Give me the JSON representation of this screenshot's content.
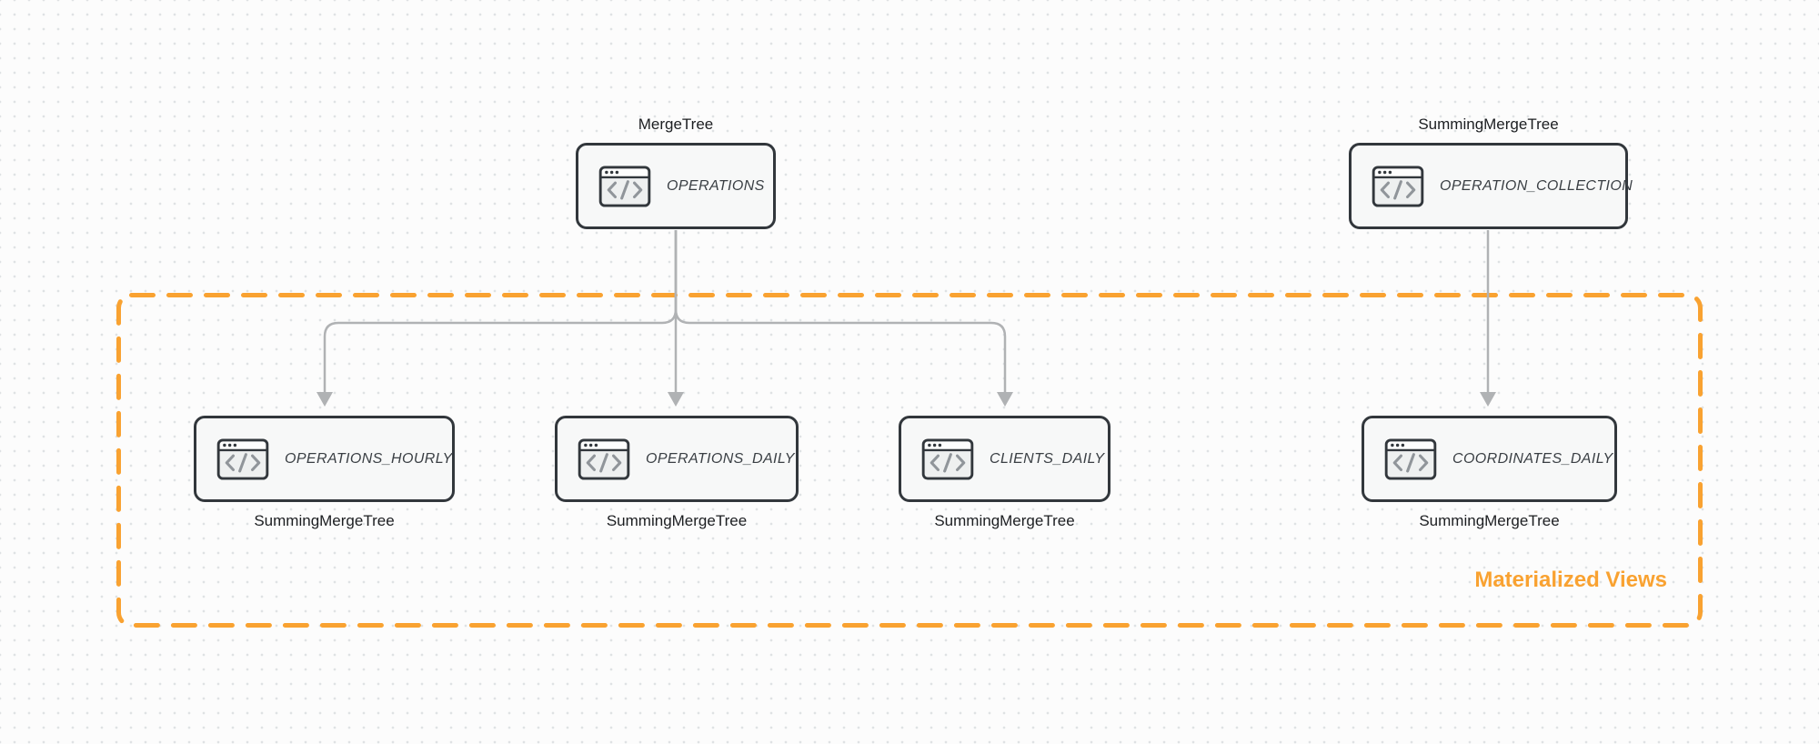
{
  "theme": {
    "background": "#fcfcfc",
    "dot_color": "#dfe2e4",
    "node_border": "#32373c",
    "node_fill": "#f7f8f8",
    "icon_body": "#eef0f0",
    "icon_glyph": "#90959a",
    "connector": "#b0b2b4",
    "orange": "#f9a231",
    "text_dark": "#1c1e21",
    "node_label_color": "#3a3f44"
  },
  "group": {
    "label": "Materialized Views"
  },
  "nodes": [
    {
      "id": "operations",
      "label": "OPERATIONS",
      "engine": "MergeTree",
      "engine_position": "above"
    },
    {
      "id": "operation_collection",
      "label": "OPERATION_COLLECTION",
      "engine": "SummingMergeTree",
      "engine_position": "above"
    },
    {
      "id": "operations_hourly",
      "label": "OPERATIONS_HOURLY",
      "engine": "SummingMergeTree",
      "engine_position": "below"
    },
    {
      "id": "operations_daily",
      "label": "OPERATIONS_DAILY",
      "engine": "SummingMergeTree",
      "engine_position": "below"
    },
    {
      "id": "clients_daily",
      "label": "CLIENTS_DAILY",
      "engine": "SummingMergeTree",
      "engine_position": "below"
    },
    {
      "id": "coordinates_daily",
      "label": "COORDINATES_DAILY",
      "engine": "SummingMergeTree",
      "engine_position": "below"
    }
  ],
  "edges": [
    {
      "from": "operations",
      "to": "operations_hourly"
    },
    {
      "from": "operations",
      "to": "operations_daily"
    },
    {
      "from": "operations",
      "to": "clients_daily"
    },
    {
      "from": "operation_collection",
      "to": "coordinates_daily"
    }
  ],
  "icon_name": "code-window-icon"
}
